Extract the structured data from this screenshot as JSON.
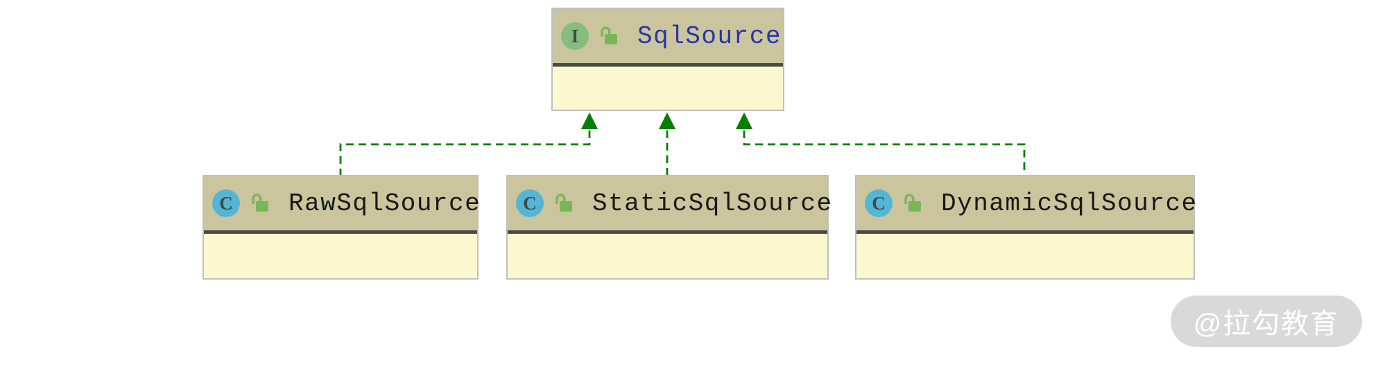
{
  "diagram": {
    "type": "uml-class-diagram",
    "interface_box": {
      "icon_letter": "I",
      "name": "SqlSource"
    },
    "class_boxes": [
      {
        "icon_letter": "C",
        "name": "RawSqlSource"
      },
      {
        "icon_letter": "C",
        "name": "StaticSqlSource"
      },
      {
        "icon_letter": "C",
        "name": "DynamicSqlSource"
      }
    ],
    "relationships": [
      {
        "from": "RawSqlSource",
        "to": "SqlSource",
        "kind": "implements"
      },
      {
        "from": "StaticSqlSource",
        "to": "SqlSource",
        "kind": "implements"
      },
      {
        "from": "DynamicSqlSource",
        "to": "SqlSource",
        "kind": "implements"
      }
    ],
    "colors": {
      "header_bg": "#cbc59d",
      "body_bg": "#fbf8d0",
      "box_border": "#bfbfbf",
      "separator": "#4a4a44",
      "interface_icon_bg": "#85bd7e",
      "class_icon_bg": "#54b6d4",
      "icon_letter": "#40484a",
      "lock_green": "#7ab657",
      "arrow_green": "#018001",
      "interface_text": "#2834ab",
      "class_text": "#181818",
      "watermark_bg": "#d9d9d9",
      "watermark_text": "#ffffff"
    }
  },
  "watermark": {
    "text": "@拉勾教育"
  }
}
